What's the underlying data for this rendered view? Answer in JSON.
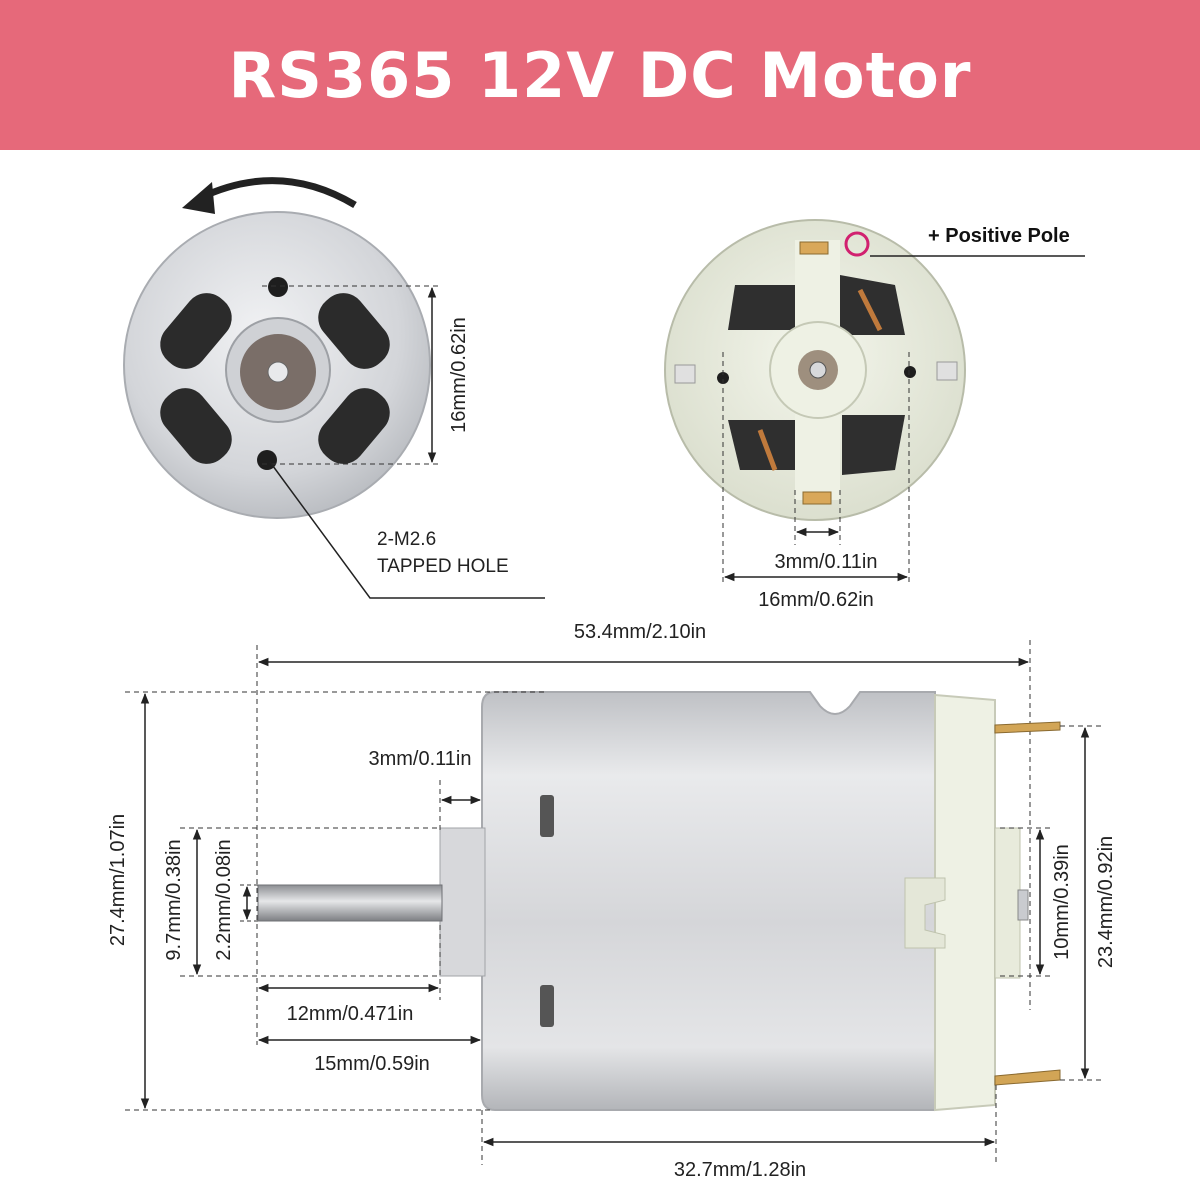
{
  "title": "RS365 12V DC Motor",
  "front_view": {
    "hole_spacing": "16mm/0.62in",
    "hole_label_line1": "2-M2.6",
    "hole_label_line2": "TAPPED HOLE"
  },
  "back_view": {
    "positive_pole": "+ Positive Pole",
    "terminal_width": "3mm/0.11in",
    "hole_spacing": "16mm/0.62in"
  },
  "side_view": {
    "overall_length": "53.4mm/2.10in",
    "boss_height": "3mm/0.11in",
    "body_diameter": "27.4mm/1.07in",
    "boss_diameter": "9.7mm/0.38in",
    "shaft_diameter": "2.2mm/0.08in",
    "shaft_length": "12mm/0.471in",
    "shaft_total": "15mm/0.59in",
    "body_length": "32.7mm/1.28in",
    "end_cap_height": "10mm/0.39in",
    "terminal_span": "23.4mm/0.92in"
  },
  "colors": {
    "banner": "#e6697a",
    "metal": "#dadbde",
    "plastic": "#eef1e4",
    "copper": "#c07a3c"
  }
}
